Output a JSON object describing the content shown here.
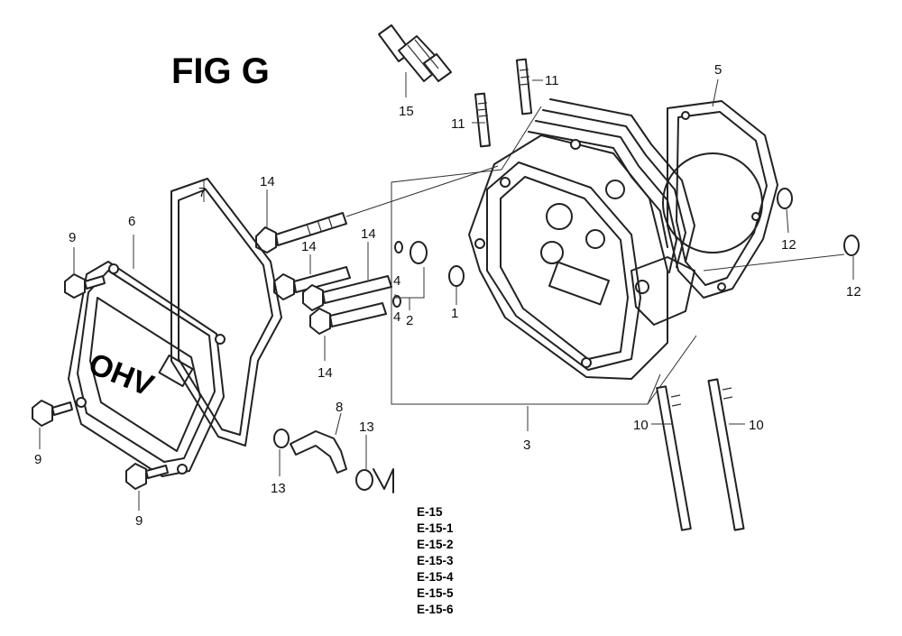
{
  "title": "FIG G",
  "callouts": {
    "c1": "1",
    "c2": "2",
    "c3": "3",
    "c4a": "4",
    "c4b": "4",
    "c5": "5",
    "c6": "6",
    "c7": "7",
    "c8": "8",
    "c9a": "9",
    "c9b": "9",
    "c9c": "9",
    "c10a": "10",
    "c10b": "10",
    "c11a": "11",
    "c11b": "11",
    "c12a": "12",
    "c12b": "12",
    "c13a": "13",
    "c13b": "13",
    "c14a": "14",
    "c14b": "14",
    "c14c": "14",
    "c14d": "14",
    "c15": "15"
  },
  "cover_lettering": "OHV",
  "codes": [
    "E-15",
    "E-15-1",
    "E-15-2",
    "E-15-3",
    "E-15-4",
    "E-15-5",
    "E-15-6"
  ]
}
